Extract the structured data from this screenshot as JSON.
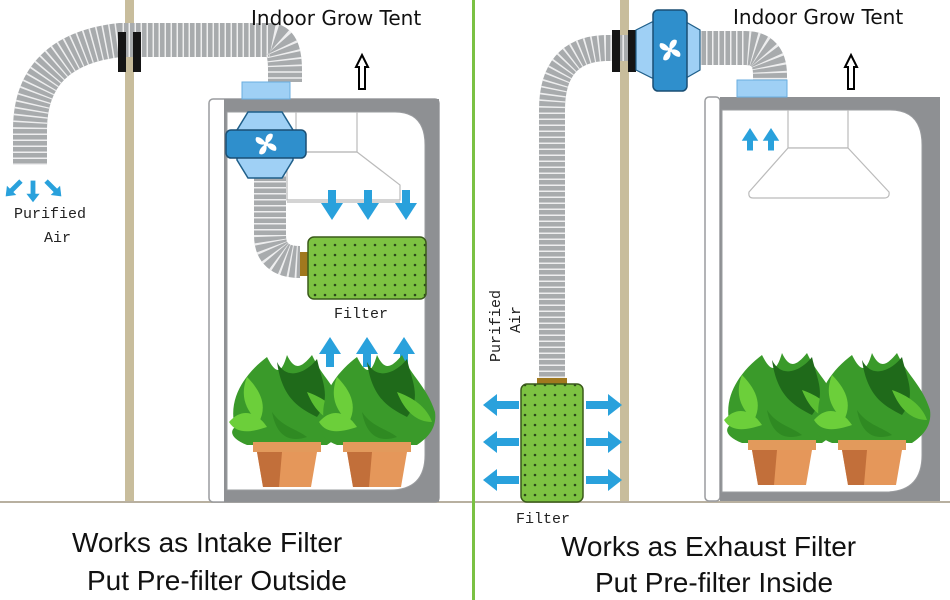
{
  "panels": [
    {
      "id": "intake",
      "tent_label": "Indoor Grow Tent",
      "purified_air_label": [
        "Purified",
        "Air"
      ],
      "filter_label": "Filter",
      "caption_line1": "Works as Intake Filter",
      "caption_line2": "Put Pre-filter Outside"
    },
    {
      "id": "exhaust",
      "tent_label": "Indoor Grow Tent",
      "purified_air_label": [
        "Purified",
        "Air"
      ],
      "filter_label": "Filter",
      "caption_line1": "Works as Exhaust Filter",
      "caption_line2": "Put Pre-filter Inside"
    }
  ],
  "icons": {
    "fan": "fan-icon",
    "airflow_arrow": "arrow-icon",
    "tent_up_arrow": "outline-up-arrow-icon",
    "plant": "potted-plant-icon",
    "carbon_filter": "carbon-filter-icon"
  },
  "colors": {
    "divider_green": "#7ac143",
    "wall_tan": "#c8bd9c",
    "tent_gray": "#8e9093",
    "duct_gray": "#a8abad",
    "fan_blue": "#2f8fcc",
    "fan_light_blue": "#9fd0f5",
    "arrow_blue": "#29a1dc",
    "filter_green": "#7dc242",
    "pot_orange": "#e08f4f"
  }
}
